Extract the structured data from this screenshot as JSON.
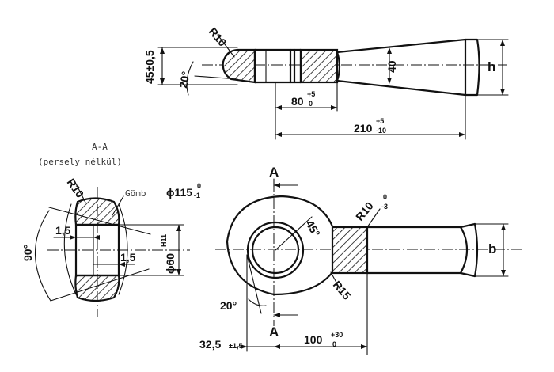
{
  "top_view": {
    "r10": "R10",
    "angle_20": "20°",
    "dim_45": "45±0,5",
    "dim_40": "40",
    "dim_h": "h",
    "dim_80": "80",
    "dim_80_tol_upper": "+5",
    "dim_80_tol_lower": "0",
    "dim_210": "210",
    "dim_210_tol_upper": "+5",
    "dim_210_tol_lower": "-10"
  },
  "section_view": {
    "title": "A-A",
    "subtitle": "(persely nélkül)",
    "r10": "R10",
    "gomb": "Gömb",
    "phi115": "ϕ115",
    "phi115_tol_upper": "0",
    "phi115_tol_lower": "-1",
    "angle_90": "90°",
    "dim_15_a": "1,5",
    "dim_15_b": "1,5",
    "phi60": "ϕ60",
    "phi60_fit": "H11"
  },
  "front_view": {
    "cut_a_top": "A",
    "cut_a_bottom": "A",
    "angle_45": "45°",
    "r10": "R10",
    "r10_tol_upper": "0",
    "r10_tol_lower": "-3",
    "r15": "R15",
    "dim_b": "b",
    "angle_20": "20°",
    "dim_325": "32,5",
    "dim_325_tol": "±1,5",
    "dim_100": "100",
    "dim_100_tol_upper": "+30",
    "dim_100_tol_lower": "0"
  }
}
